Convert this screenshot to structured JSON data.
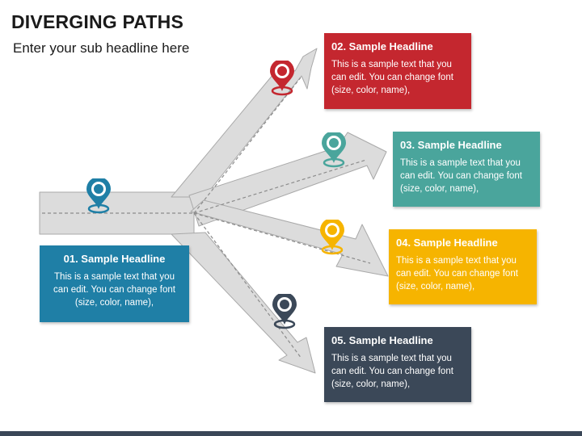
{
  "title": "DIVERGING PATHS",
  "subtitle": "Enter your sub headline here",
  "colors": {
    "road": "#dcdcdc",
    "road_edge": "#a9a9a9",
    "dash": "#8c8c8c",
    "footer": "#3a4757"
  },
  "items": [
    {
      "headline": "01. Sample Headline",
      "text": "This is a sample text that you can edit. You can change font (size, color, name),",
      "color": "#1f7fa6",
      "pin_icon": "map-pin-icon"
    },
    {
      "headline": "02. Sample Headline",
      "text": "This is a sample text that you can edit. You can change font (size, color, name),",
      "color": "#c4272f",
      "pin_icon": "map-pin-icon"
    },
    {
      "headline": "03. Sample Headline",
      "text": "This is a sample text that you can edit. You can change font (size, color, name),",
      "color": "#4aa59c",
      "pin_icon": "map-pin-icon"
    },
    {
      "headline": "04. Sample Headline",
      "text": "This is a sample text that you can edit. You can change font (size, color, name),",
      "color": "#f6b400",
      "pin_icon": "map-pin-icon"
    },
    {
      "headline": "05. Sample Headline",
      "text": "This is a sample text that you can edit. You can change font (size, color, name),",
      "color": "#3b4858",
      "pin_icon": "map-pin-icon"
    }
  ]
}
